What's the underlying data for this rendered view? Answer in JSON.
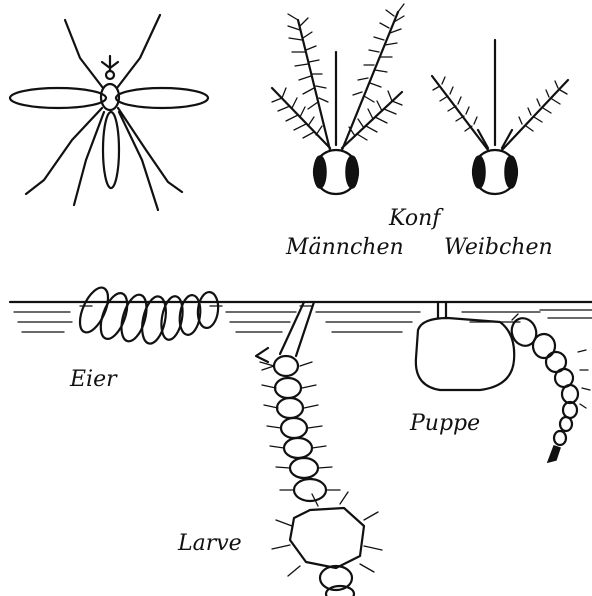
{
  "labels": {
    "head_title": "Konf",
    "male": "Männchen",
    "female": "Weibchen",
    "eggs": "Eier",
    "pupa": "Puppe",
    "larva": "Larve"
  },
  "colors": {
    "ink": "#111111",
    "paper": "#ffffff"
  }
}
